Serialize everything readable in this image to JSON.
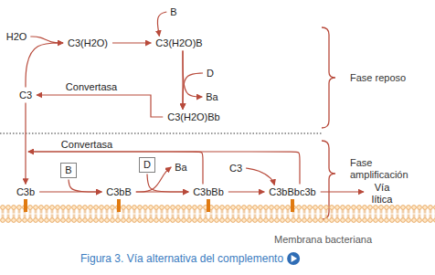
{
  "diagram": {
    "caption": "Figura 3. Vía alternativa del complemento",
    "nodes": [
      {
        "text": [
          "B"
        ]
      },
      {
        "text": [
          "H2O"
        ]
      },
      {
        "text": [
          "C3(H2O)"
        ]
      },
      {
        "text": [
          "C3(H2O)B"
        ]
      },
      {
        "text": [
          "D"
        ]
      },
      {
        "text": [
          "Ba"
        ]
      },
      {
        "text": [
          "C3"
        ]
      },
      {
        "text": [
          "C3(H2O)Bb"
        ]
      },
      {
        "text": [
          "B"
        ]
      },
      {
        "text": [
          "D"
        ]
      },
      {
        "text": [
          "Ba"
        ]
      },
      {
        "text": [
          "C3"
        ]
      },
      {
        "text": [
          "C3b"
        ]
      },
      {
        "text": [
          "C3bB"
        ]
      },
      {
        "text": [
          "C3bBb"
        ]
      },
      {
        "text": [
          "C3bBbc3b"
        ]
      },
      {
        "text": [
          "Vía lítica"
        ]
      }
    ],
    "edges": [
      {
        "from": 0,
        "to": 3,
        "arrow": "to"
      },
      {
        "from": 1,
        "to": 2,
        "arrow": "to"
      },
      {
        "from": 6,
        "to": 2,
        "arrow": "to"
      },
      {
        "from": 2,
        "to": 3,
        "arrow": "to"
      },
      {
        "from": 3,
        "to": 7,
        "arrow": "to"
      },
      {
        "from": 4,
        "to": 7,
        "arrow": "to"
      },
      {
        "from": 3,
        "to": 5,
        "arrow": "to"
      },
      {
        "from": 7,
        "to": 6,
        "label": "Convertasa",
        "arrow": "to"
      },
      {
        "from": 6,
        "to": 12,
        "arrow": "to"
      },
      {
        "from": 8,
        "to": 13,
        "arrow": "to"
      },
      {
        "from": 12,
        "to": 13,
        "arrow": "to"
      },
      {
        "from": 9,
        "to": 14,
        "arrow": "to"
      },
      {
        "from": 13,
        "to": 10,
        "arrow": "to"
      },
      {
        "from": 13,
        "to": 14,
        "arrow": "to"
      },
      {
        "from": 14,
        "to": 12,
        "label": "Convertasa",
        "arrow": "to"
      },
      {
        "from": 15,
        "to": 12,
        "arrow": "to"
      },
      {
        "from": 11,
        "to": 15,
        "arrow": "to"
      },
      {
        "from": 14,
        "to": 15,
        "arrow": "to"
      },
      {
        "from": 15,
        "to": 16,
        "arrow": "to"
      }
    ],
    "labels": [
      "Fase reposo",
      "Fase amplificación",
      "Membrana bacteriana"
    ]
  }
}
